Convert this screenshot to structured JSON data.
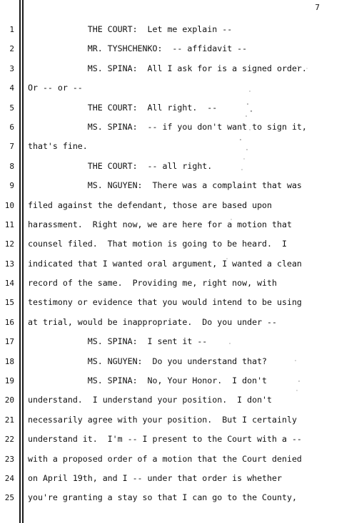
{
  "page_number": "7",
  "lines": [
    {
      "num": "1",
      "text": "            THE COURT:  Let me explain --"
    },
    {
      "num": "2",
      "text": "            MR. TYSHCHENKO:  -- affidavit --"
    },
    {
      "num": "3",
      "text": "            MS. SPINA:  All I ask for is a signed order."
    },
    {
      "num": "4",
      "text": "Or -- or --"
    },
    {
      "num": "5",
      "text": "            THE COURT:  All right.  --"
    },
    {
      "num": "6",
      "text": "            MS. SPINA:  -- if you don't want to sign it,"
    },
    {
      "num": "7",
      "text": "that's fine."
    },
    {
      "num": "8",
      "text": "            THE COURT:  -- all right."
    },
    {
      "num": "9",
      "text": "            MS. NGUYEN:  There was a complaint that was"
    },
    {
      "num": "10",
      "text": "filed against the defendant, those are based upon"
    },
    {
      "num": "11",
      "text": "harassment.  Right now, we are here for a motion that"
    },
    {
      "num": "12",
      "text": "counsel filed.  That motion is going to be heard.  I"
    },
    {
      "num": "13",
      "text": "indicated that I wanted oral argument, I wanted a clean"
    },
    {
      "num": "14",
      "text": "record of the same.  Providing me, right now, with"
    },
    {
      "num": "15",
      "text": "testimony or evidence that you would intend to be using"
    },
    {
      "num": "16",
      "text": "at trial, would be inappropriate.  Do you under --"
    },
    {
      "num": "17",
      "text": "            MS. SPINA:  I sent it --"
    },
    {
      "num": "18",
      "text": "            MS. NGUYEN:  Do you understand that?"
    },
    {
      "num": "19",
      "text": "            MS. SPINA:  No, Your Honor.  I don't"
    },
    {
      "num": "20",
      "text": "understand.  I understand your position.  I don't"
    },
    {
      "num": "21",
      "text": "necessarily agree with your position.  But I certainly"
    },
    {
      "num": "22",
      "text": "understand it.  I'm -- I present to the Court with a --"
    },
    {
      "num": "23",
      "text": "with a proposed order of a motion that the Court denied"
    },
    {
      "num": "24",
      "text": "on April 19th, and I -- under that order is whether"
    },
    {
      "num": "25",
      "text": "you're granting a stay so that I can go to the County,"
    }
  ]
}
